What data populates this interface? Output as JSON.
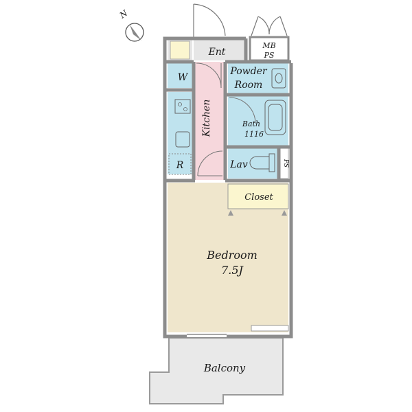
{
  "compass": {
    "north_label": "N"
  },
  "rooms": {
    "entrance": "Ent",
    "meter_box": "MB",
    "meter_ps": "PS",
    "washer": "W",
    "powder_room_line1": "Powder",
    "powder_room_line2": "Room",
    "kitchen": "Kitchen",
    "bath": "Bath",
    "bath_size": "1116",
    "refrigerator": "R",
    "lavatory": "Lav",
    "pipe_space": "PS",
    "closet": "Closet",
    "bedroom": "Bedroom",
    "bedroom_size": "7.5J",
    "balcony": "Balcony"
  },
  "colors": {
    "wall": "#8c8c8c",
    "bedroom_fill": "#efe6cc",
    "wet_area_fill": "#bfe3ee",
    "kitchen_fill": "#f6d7dc",
    "closet_fill": "#fbf6cf",
    "entrance_fill": "#e6e6e6",
    "balcony_fill": "#e9e9e9"
  }
}
